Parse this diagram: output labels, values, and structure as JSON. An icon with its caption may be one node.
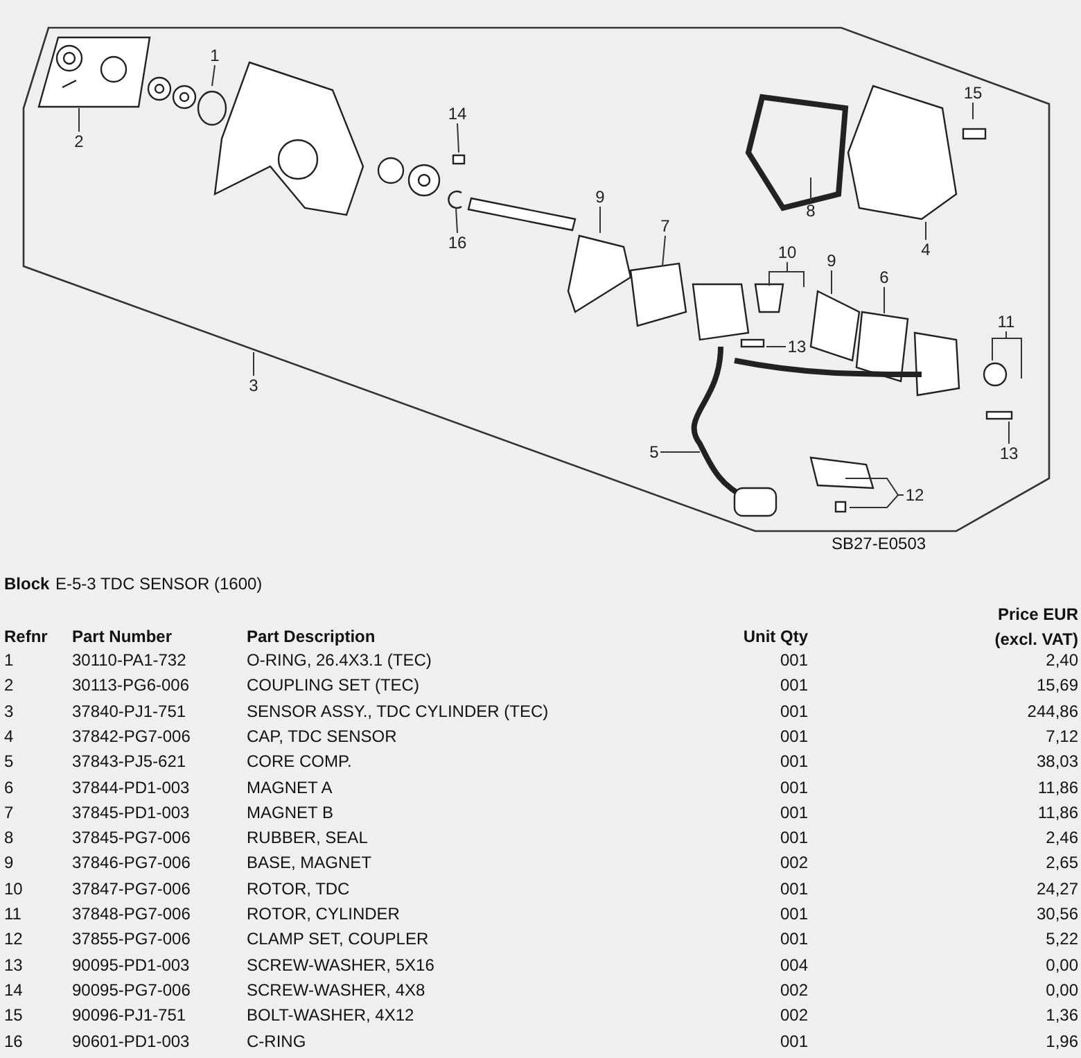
{
  "diagram": {
    "nodes": [
      {
        "text": [
          "1"
        ]
      },
      {
        "text": [
          "2"
        ]
      },
      {
        "text": [
          "14"
        ]
      },
      {
        "text": [
          "16"
        ]
      },
      {
        "text": [
          "3"
        ]
      },
      {
        "text": [
          "15"
        ]
      },
      {
        "text": [
          "8"
        ]
      },
      {
        "text": [
          "4"
        ]
      },
      {
        "text": [
          "9"
        ]
      },
      {
        "text": [
          "7"
        ]
      },
      {
        "text": [
          "10"
        ]
      },
      {
        "text": [
          "9"
        ]
      },
      {
        "text": [
          "6"
        ]
      },
      {
        "text": [
          "13"
        ]
      },
      {
        "text": [
          "11"
        ]
      },
      {
        "text": [
          "13"
        ]
      },
      {
        "text": [
          "5"
        ]
      },
      {
        "text": [
          "12"
        ]
      }
    ],
    "edges": [
      {
        "from": 0,
        "to": null,
        "arrow": "none"
      },
      {
        "from": 1,
        "to": null,
        "arrow": "none"
      },
      {
        "from": 2,
        "to": null,
        "arrow": "none"
      },
      {
        "from": 3,
        "to": null,
        "arrow": "none"
      },
      {
        "from": 4,
        "to": null,
        "arrow": "none"
      },
      {
        "from": 5,
        "to": null,
        "arrow": "none"
      },
      {
        "from": 6,
        "to": null,
        "arrow": "none"
      },
      {
        "from": 7,
        "to": null,
        "arrow": "none"
      },
      {
        "from": 8,
        "to": null,
        "arrow": "none"
      },
      {
        "from": 9,
        "to": null,
        "arrow": "none"
      },
      {
        "from": 10,
        "to": null,
        "arrow": "none"
      },
      {
        "from": 10,
        "to": null,
        "arrow": "none"
      },
      {
        "from": 11,
        "to": null,
        "arrow": "none"
      },
      {
        "from": 12,
        "to": null,
        "arrow": "none"
      },
      {
        "from": 13,
        "to": null,
        "arrow": "none"
      },
      {
        "from": 14,
        "to": null,
        "arrow": "none"
      },
      {
        "from": 14,
        "to": null,
        "arrow": "none"
      },
      {
        "from": 15,
        "to": null,
        "arrow": "none"
      },
      {
        "from": 16,
        "to": null,
        "arrow": "none"
      },
      {
        "from": 17,
        "to": null,
        "arrow": "none"
      },
      {
        "from": 17,
        "to": null,
        "arrow": "none"
      }
    ],
    "labels": [
      "SB27-E0503",
      "Block",
      "E-5-3 TDC SENSOR (1600)",
      "Refnr",
      "Part Number",
      "Part Description",
      "Unit Qty",
      "Price EUR (excl. VAT)",
      "1",
      "30110-PA1-732",
      "O-RING, 26.4X3.1 (TEC)",
      "001",
      "2,40",
      "2",
      "30113-PG6-006",
      "COUPLING SET (TEC)",
      "001",
      "15,69",
      "3",
      "37840-PJ1-751",
      "SENSOR ASSY., TDC CYLINDER (TEC)",
      "001",
      "244,86",
      "4",
      "37842-PG7-006",
      "CAP, TDC SENSOR",
      "001",
      "7,12",
      "5",
      "37843-PJ5-621",
      "CORE COMP.",
      "001",
      "38,03",
      "6",
      "37844-PD1-003",
      "MAGNET A",
      "001",
      "11,86",
      "7",
      "37845-PD1-003",
      "MAGNET B",
      "001",
      "11,86",
      "8",
      "37845-PG7-006",
      "RUBBER, SEAL",
      "001",
      "2,46",
      "9",
      "37846-PG7-006",
      "BASE, MAGNET",
      "002",
      "2,65",
      "10",
      "37847-PG7-006",
      "ROTOR, TDC",
      "001",
      "24,27",
      "11",
      "37848-PG7-006",
      "ROTOR, CYLINDER",
      "001",
      "30,56",
      "12",
      "37855-PG7-006",
      "CLAMP SET, COUPLER",
      "001",
      "5,22",
      "13",
      "90095-PD1-003",
      "SCREW-WASHER, 5X16",
      "004",
      "0,00",
      "14",
      "90095-PG7-006",
      "SCREW-WASHER, 4X8",
      "002",
      "0,00",
      "15",
      "90096-PJ1-751",
      "BOLT-WASHER, 4X12",
      "002",
      "1,36",
      "16",
      "90601-PD1-003",
      "C-RING",
      "001",
      "1,96"
    ]
  }
}
